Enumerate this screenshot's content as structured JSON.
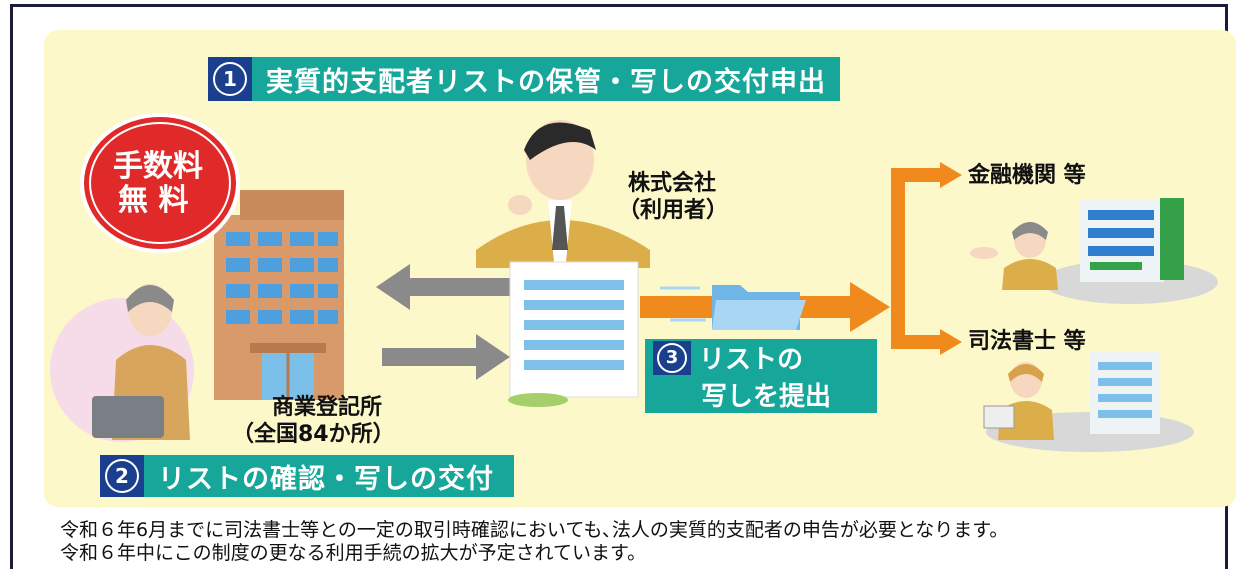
{
  "steps": {
    "s1": {
      "num": "1",
      "text": "実質的支配者リストの保管・写しの交付申出"
    },
    "s2": {
      "num": "2",
      "text": "リストの確認・写しの交付"
    },
    "s3": {
      "num": "3",
      "line1": "リストの",
      "line2": "写しを提出"
    }
  },
  "badge": {
    "line1": "手数料",
    "line2": "無 料"
  },
  "company": {
    "line1": "株式会社",
    "line2": "（利用者）"
  },
  "registry": {
    "line1": "商業登記所",
    "line2": "（全国84か所）"
  },
  "targets": {
    "finance": "金融機関 等",
    "scrivener": "司法書士 等"
  },
  "footer": {
    "line1": "令和６年6月までに司法書士等との一定の取引時確認においても､法人の実質的支配者の申告が必要となります。",
    "line2": "令和６年中にこの制度の更なる利用手続の拡大が予定されています。"
  },
  "colors": {
    "panel": "#fdf8c9",
    "teal": "#17a79a",
    "navy": "#1a3f8f",
    "orange": "#f08a1c",
    "badge_red": "#e02a2a"
  }
}
